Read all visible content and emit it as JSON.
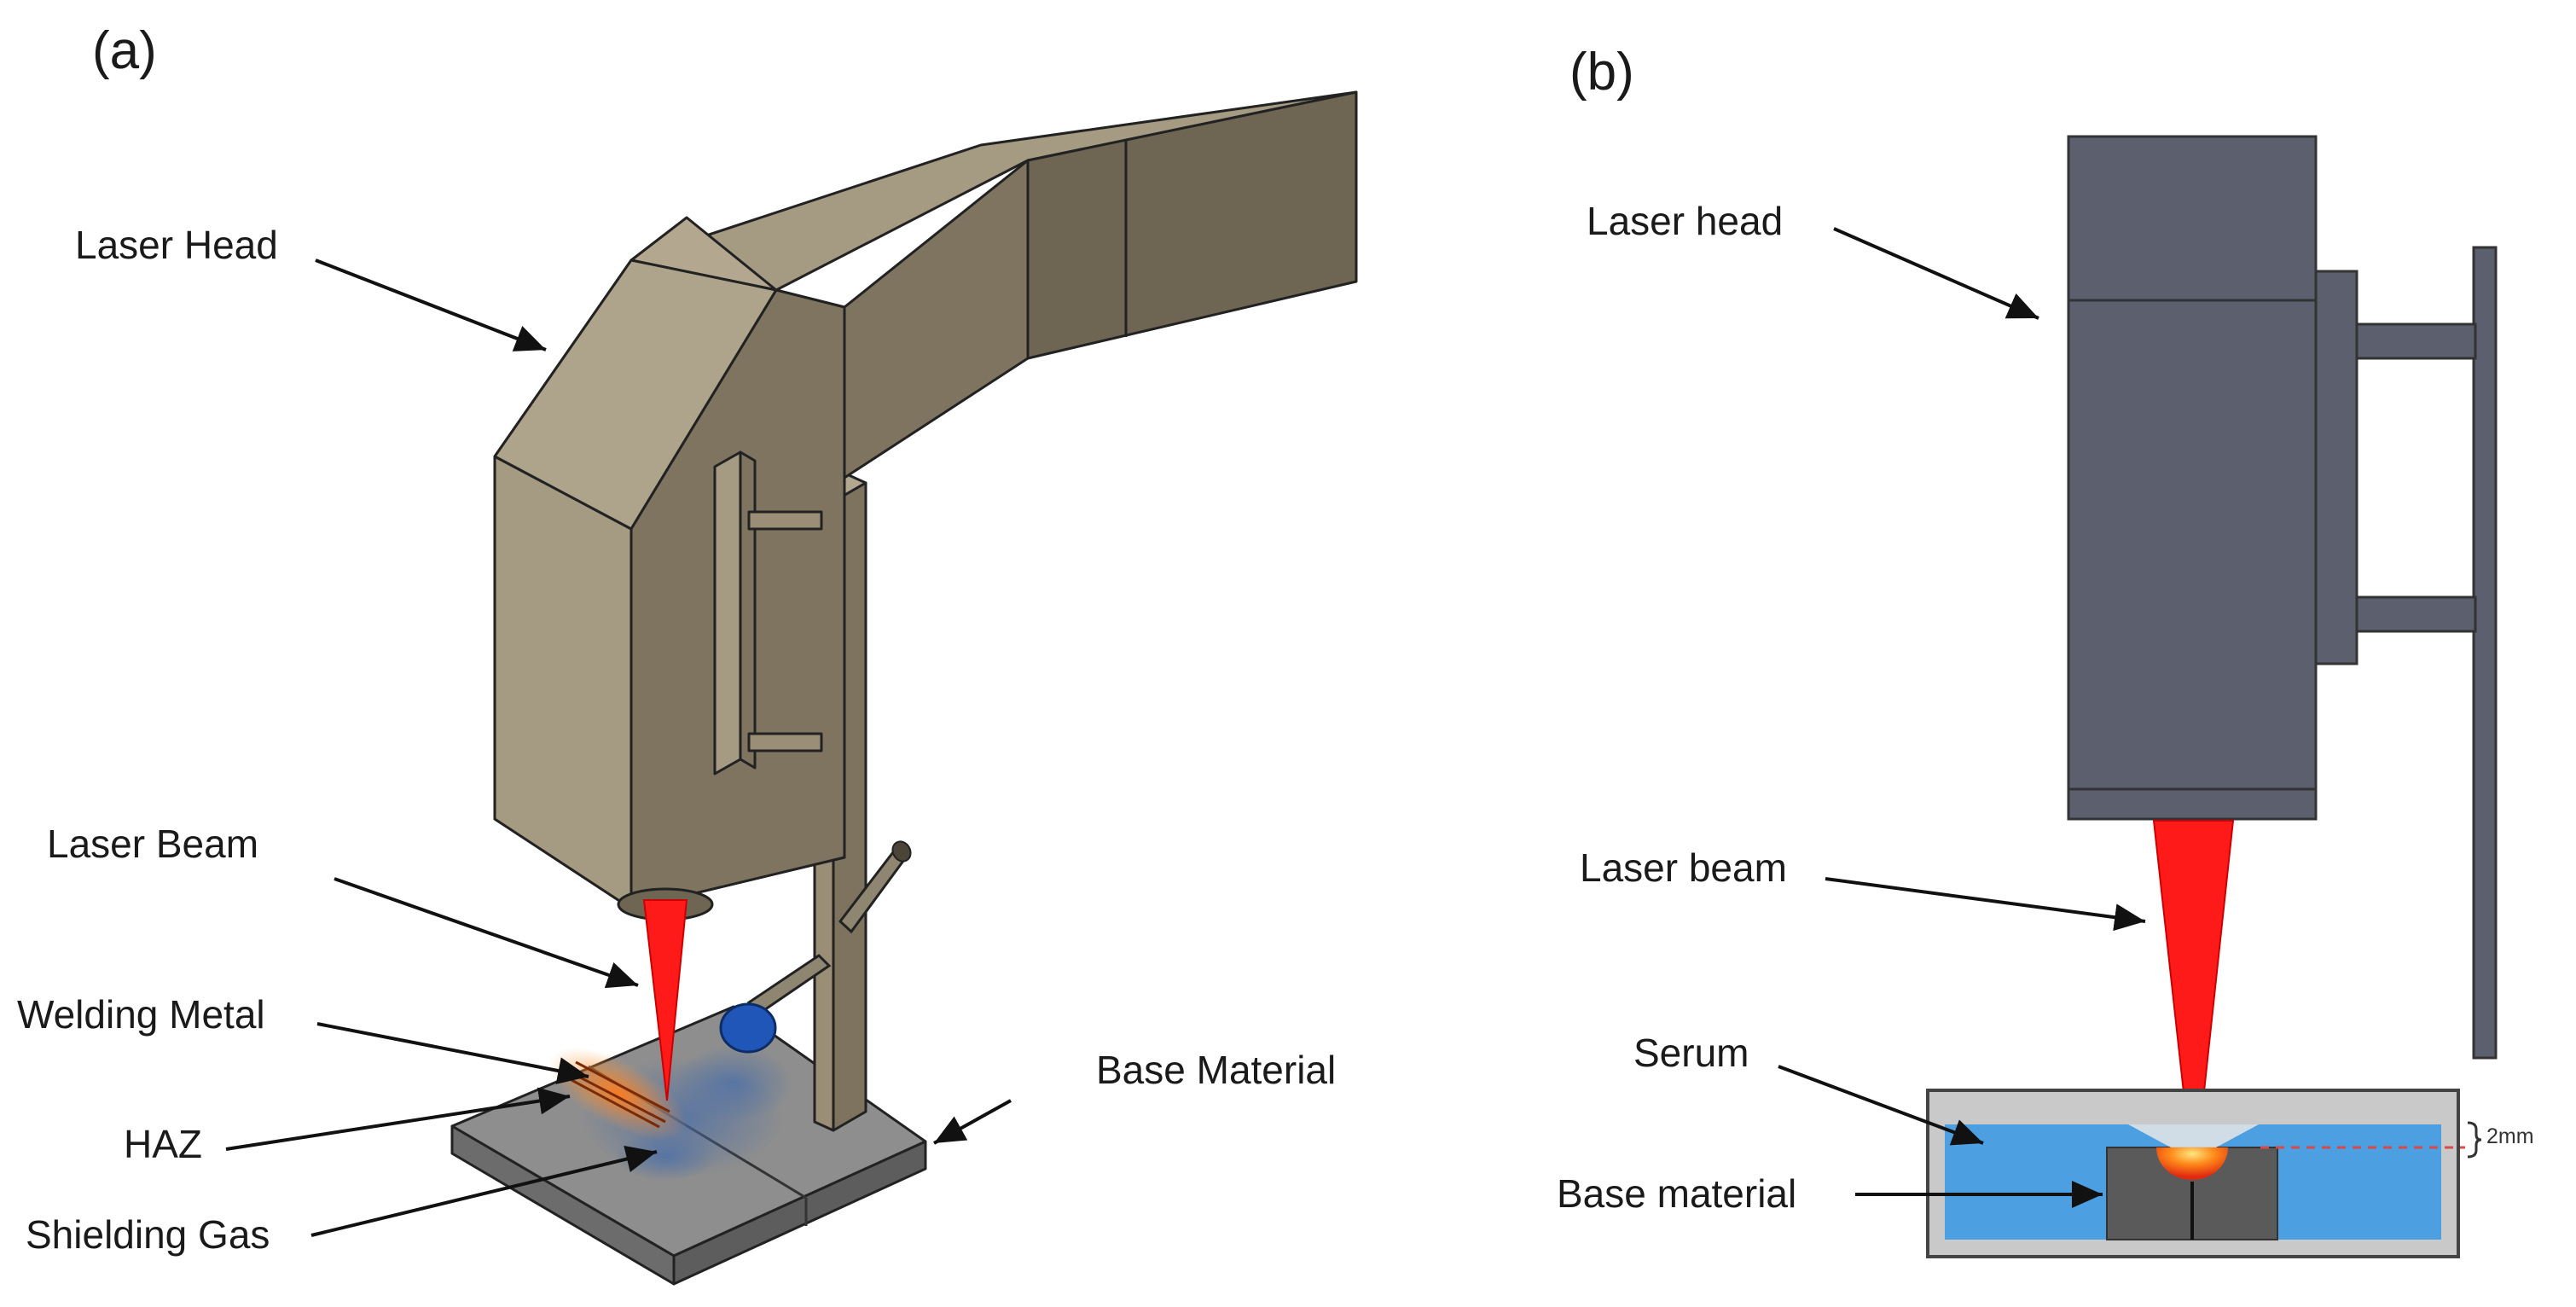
{
  "panel_a": {
    "label": "(a)",
    "callouts": {
      "laser_head": "Laser Head",
      "laser_beam": "Laser Beam",
      "welding_metal": "Welding Metal",
      "haz": "HAZ",
      "shielding_gas": "Shielding Gas",
      "base_material": "Base Material"
    }
  },
  "panel_b": {
    "label": "(b)",
    "callouts": {
      "laser_head": "Laser head",
      "laser_beam": "Laser beam",
      "serum": "Serum",
      "base_material": "Base material"
    },
    "depth_label": "2mm"
  },
  "colors": {
    "head_a": "#928774",
    "head_b": "#5c5f6e",
    "beam": "#ff1a1a",
    "serum": "#4c9fe0",
    "nozzle": "#1f56b8"
  }
}
